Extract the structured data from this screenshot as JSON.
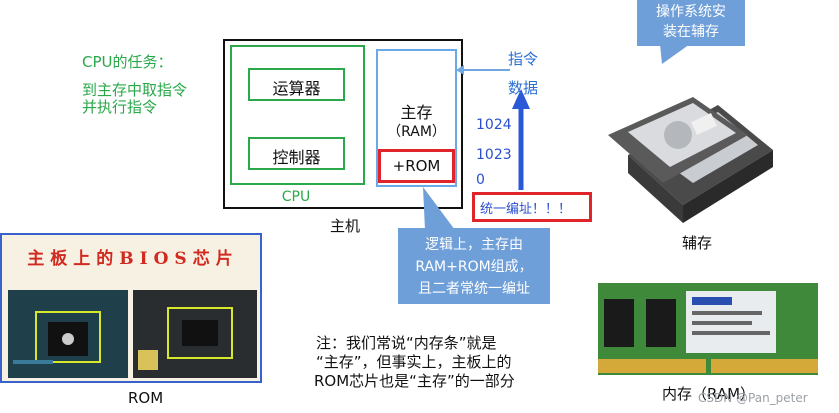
{
  "cpu_task": {
    "title": "CPU的任务：",
    "line1": "到主存中取指令",
    "line2": "并执行指令"
  },
  "host": {
    "alu": "运算器",
    "control": "控制器",
    "cpu": "CPU",
    "main_mem_1": "主存",
    "main_mem_2": "（RAM）",
    "rom": "+ROM",
    "host_label": "主机"
  },
  "addresses": {
    "a1024": "1024",
    "a1023": "1023",
    "a0": "0"
  },
  "arrows": {
    "instr": "指令",
    "data": "数据"
  },
  "callouts": {
    "os": "操作系统安\n装在辅存",
    "logic": "逻辑上，主存由\nRAM+ROM组成，\n且二者常统一编址"
  },
  "unified": "统一编址！！！",
  "bios": {
    "title": "主板上的BIOS芯片",
    "caption": "ROM"
  },
  "note": {
    "line1": "注：我们常说“内存条”就是",
    "line2": "“主存”，但事实上，主板上的",
    "line3": "ROM芯片也是“主存”的一部分"
  },
  "aux_label": "辅存",
  "memstick_label": "内存（RAM）",
  "watermark": "CSDN @Pan_peter",
  "colors": {
    "green": "#2aa84a",
    "red": "#e0242c",
    "blue": "#2a4fd0",
    "callout": "#6f9fd8"
  }
}
